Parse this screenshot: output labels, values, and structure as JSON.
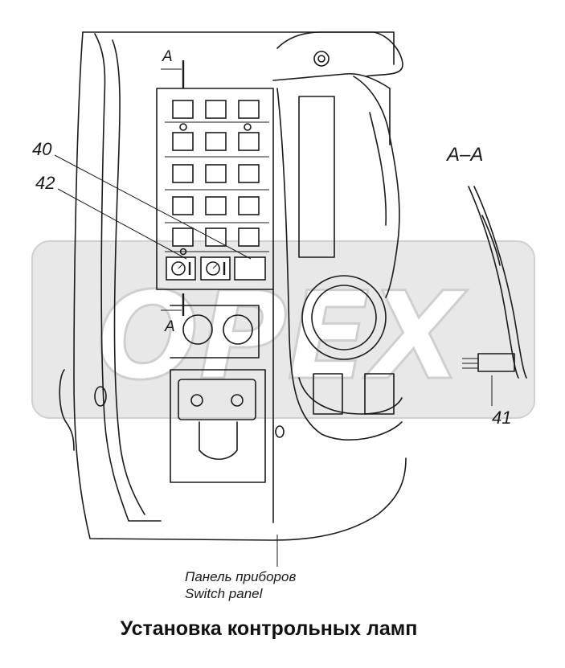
{
  "drawing": {
    "callouts": {
      "c40": "40",
      "c42": "42",
      "c41": "41"
    },
    "section_marks": {
      "upper": "A",
      "lower": "A"
    },
    "section_view_label": "A–A",
    "panel_label": {
      "ru": "Панель приборов",
      "en": "Switch panel"
    },
    "watermark": "OPEX"
  },
  "caption": "Установка контрольных ламп"
}
